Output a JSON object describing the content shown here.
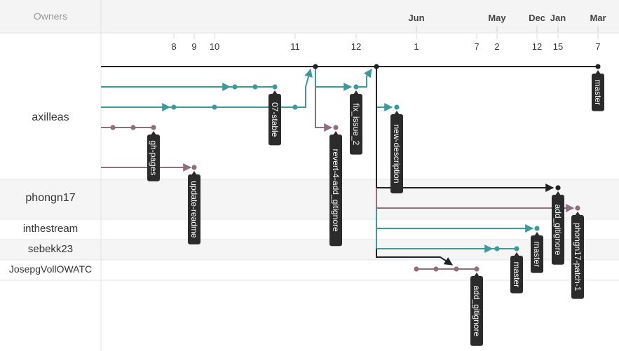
{
  "header": {
    "owners_label": "Owners"
  },
  "colors": {
    "master": "#222222",
    "teal": "#3d9a9a",
    "mauve": "#8e6f7d",
    "tag_bg": "#2b2b2b",
    "tag_text": "#ffffff"
  },
  "owners": [
    {
      "name": "axilleas"
    },
    {
      "name": "phongn17"
    },
    {
      "name": "inthestream"
    },
    {
      "name": "sebekk23"
    },
    {
      "name": "JosepgVollOWATC"
    }
  ],
  "timeline": {
    "months": [
      "Jun",
      "May",
      "Dec",
      "Jan",
      "Mar"
    ],
    "days": [
      "8",
      "9",
      "10",
      "11",
      "12",
      "1",
      "7",
      "2",
      "12",
      "15",
      "7"
    ]
  },
  "branches": [
    {
      "label": "master"
    },
    {
      "label": "07-stable"
    },
    {
      "label": "fix_issue_2"
    },
    {
      "label": "new-description"
    },
    {
      "label": "gh-pages"
    },
    {
      "label": "revert-4-add_gitignore"
    },
    {
      "label": "update-readme"
    },
    {
      "label": "add_gitignore"
    },
    {
      "label": "phongn17-patch-1"
    },
    {
      "label": "master"
    },
    {
      "label": "master"
    },
    {
      "label": "add_gitignore"
    }
  ]
}
